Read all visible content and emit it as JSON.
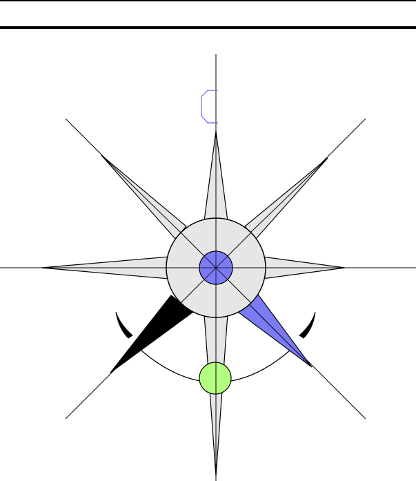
{
  "diagram": {
    "type": "compass-rose",
    "points": 8,
    "colors": {
      "background": "#ffffff",
      "stroke": "#000000",
      "rose_fill": "#e6e6e6",
      "center_hub": "#7b7bf5",
      "highlight_point": "#7b7bf5",
      "dark_point": "#000000",
      "marker": "#b3ff80",
      "bracket": "#7b7bf5"
    },
    "highlighted_point": "southeast",
    "dark_point": "southwest",
    "marker": "south-arc-handle",
    "icons": [
      "rotate-handle-left-icon",
      "rotate-handle-right-icon",
      "bracket-icon"
    ]
  }
}
